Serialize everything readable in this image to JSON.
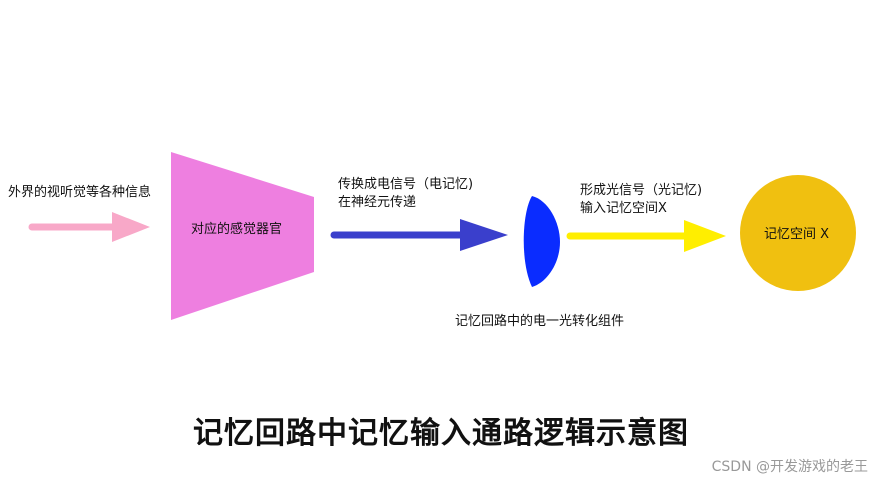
{
  "nodes": {
    "input_label": "外界的视听觉等各种信息",
    "sense_organ": "对应的感觉器官",
    "conversion_line1": "传换成电信号（电记忆)",
    "conversion_line2": "在神经元传递",
    "lens_label": "记忆回路中的电一光转化组件",
    "light_line1": "形成光信号（光记忆)",
    "light_line2": "输入记忆空间X",
    "memory_space": "记忆空间 X"
  },
  "title": "记忆回路中记忆输入通路逻辑示意图",
  "watermark": "CSDN @开发游戏的老王",
  "colors": {
    "pink_arrow": "#f8a8c8",
    "sense_organ": "#ee7fe0",
    "blue_arrow": "#3a3fcc",
    "lens": "#0a2cff",
    "yellow_arrow": "#ffee00",
    "memory_circle": "#f0c010"
  }
}
